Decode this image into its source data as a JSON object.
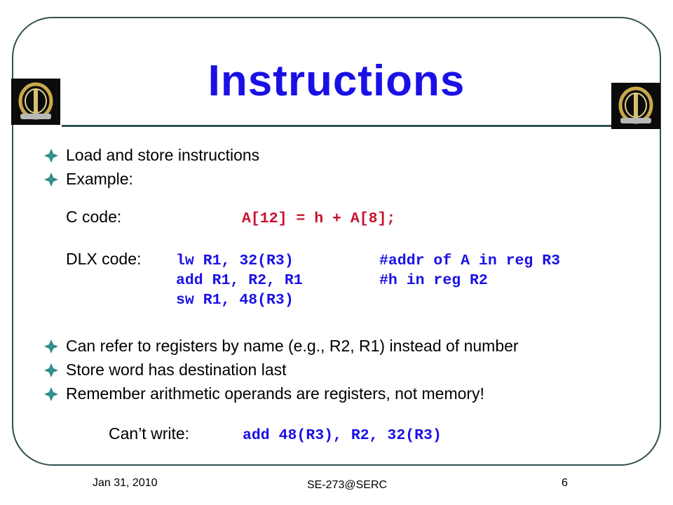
{
  "slide": {
    "title": "Instructions",
    "bullets_top": [
      "Load and store instructions",
      "Example:"
    ],
    "c_code": {
      "label": "C code:",
      "code": "A[12] = h + A[8];"
    },
    "dlx_code": {
      "label": "DLX code:",
      "lines": [
        {
          "instr": "lw R1, 32(R3)",
          "comment": "#addr of A in reg R3"
        },
        {
          "instr": "add R1, R2, R1",
          "comment": "#h in reg R2"
        },
        {
          "instr": "sw R1, 48(R3)",
          "comment": ""
        }
      ]
    },
    "bullets_bottom": [
      "Can refer to registers by name (e.g., R2, R1) instead of number",
      "Store word has destination last",
      "Remember arithmetic operands are registers, not memory!"
    ],
    "cant_write": {
      "label": "Can’t write:",
      "code": "add 48(R3), R2, 32(R3)"
    }
  },
  "footer": {
    "date": "Jan 31, 2010",
    "center": "SE-273@SERC",
    "page": "6"
  },
  "colors": {
    "title": "#1a10e6",
    "c_code": "#c8102e",
    "code": "#1a10e6",
    "frame": "#2f4f4f",
    "bullet": "#2e8b8b"
  },
  "icons": {
    "emblem": "emblem-icon",
    "bullet": "diamond-bullet-icon"
  }
}
